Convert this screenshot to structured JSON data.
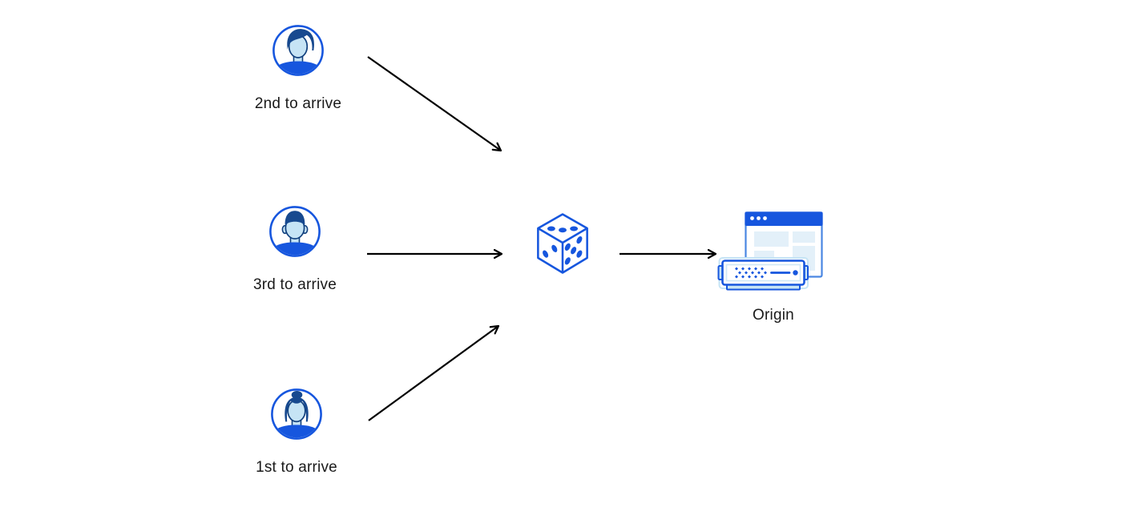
{
  "clients": [
    {
      "label": "2nd to arrive",
      "icon": "avatar-man-swept-hair-icon"
    },
    {
      "label": "3rd to arrive",
      "icon": "avatar-man-short-hair-icon"
    },
    {
      "label": "1st to arrive",
      "icon": "avatar-woman-bun-icon"
    }
  ],
  "load_balancer": {
    "icon": "dice-icon"
  },
  "origin": {
    "label": "Origin",
    "icon": "origin-server-icon"
  },
  "arrows": [
    {
      "from": "client-2nd-to-arrive",
      "to": "load-balancer-dice"
    },
    {
      "from": "client-3rd-to-arrive",
      "to": "load-balancer-dice"
    },
    {
      "from": "client-1st-to-arrive",
      "to": "load-balancer-dice"
    },
    {
      "from": "load-balancer-dice",
      "to": "origin"
    }
  ],
  "colors": {
    "primary_blue": "#1656DE",
    "dark_navy": "#11407E",
    "hair_navy": "#17498F",
    "light_blue": "#C6E4F5",
    "pale_blue": "#E3F0F9",
    "window_border_blue": "#4A87E2",
    "arrow_black": "#000000",
    "label_text": "#1A1A1A"
  }
}
